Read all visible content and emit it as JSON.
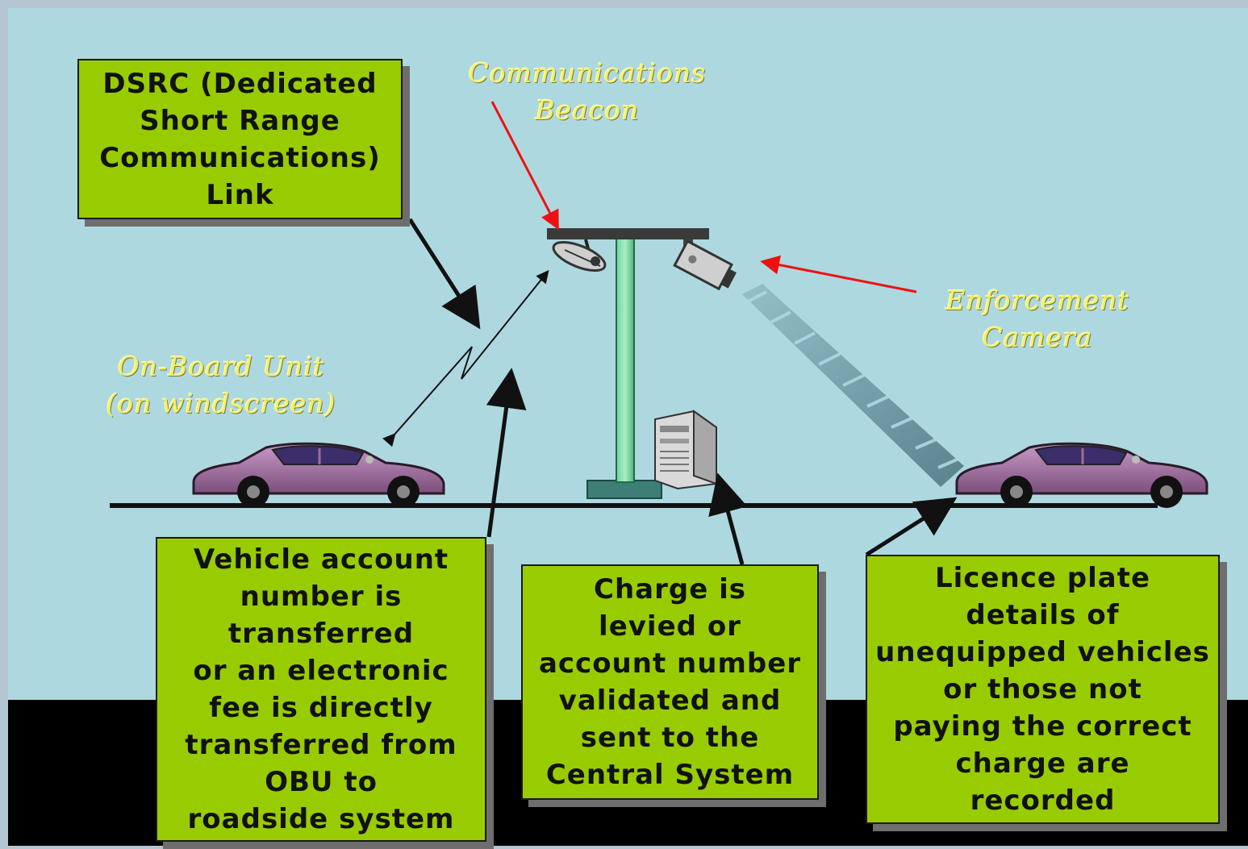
{
  "labels": {
    "communications_beacon": "Communications\nBeacon",
    "enforcement_camera": "Enforcement\nCamera",
    "on_board_unit": "On-Board Unit\n(on windscreen)"
  },
  "boxes": {
    "dsrc": "DSRC (Dedicated\nShort Range\nCommunications)\nLink",
    "vehicle_account": "Vehicle account\nnumber is\ntransferred\nor an electronic\nfee is directly\ntransferred from\nOBU to\nroadside system",
    "charge": "Charge is\nlevied or\naccount number\nvalidated and\nsent to the\nCentral System",
    "licence_plate": "Licence plate\ndetails of\nunequipped vehicles\nor those not\npaying the correct\ncharge are\nrecorded"
  },
  "colors": {
    "sky": "#aed8e0",
    "ground": "#000000",
    "box_fill": "#99cc00",
    "callout_text": "#f3f06a",
    "pointer_red": "#ee1111",
    "car_body": "#9b6e9a"
  }
}
